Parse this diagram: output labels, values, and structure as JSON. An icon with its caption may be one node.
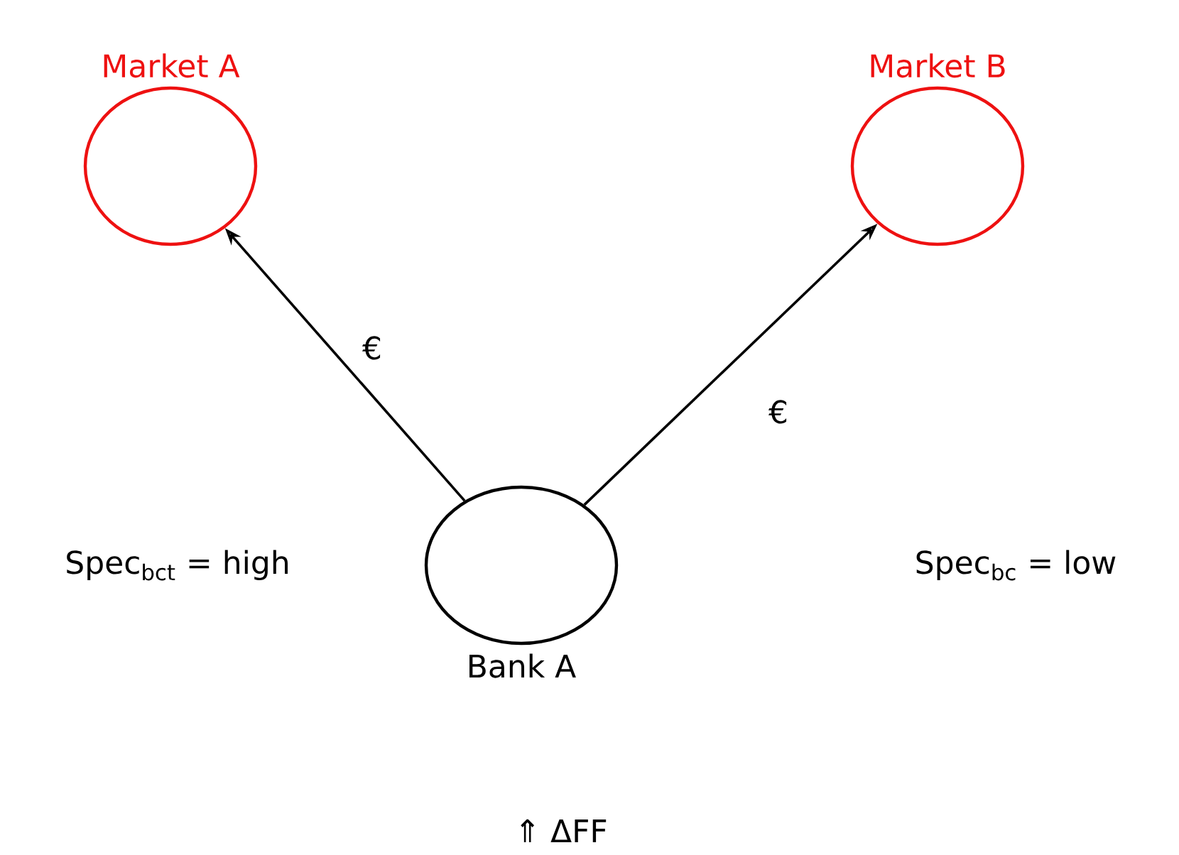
{
  "diagram": {
    "nodes": [
      {
        "text": [
          "Market A"
        ]
      },
      {
        "text": [
          "Market B"
        ]
      },
      {
        "text": [
          "Bank A"
        ]
      }
    ],
    "edges": [
      {
        "from": 2,
        "to": 0,
        "arrow": "to",
        "label": "€"
      },
      {
        "from": 2,
        "to": 1,
        "arrow": "to",
        "label": "€"
      }
    ],
    "labels": [
      "Spec$_{bct}$ = high",
      "Spec$_{bc}$ = low",
      "⇑ ΔFF"
    ]
  }
}
